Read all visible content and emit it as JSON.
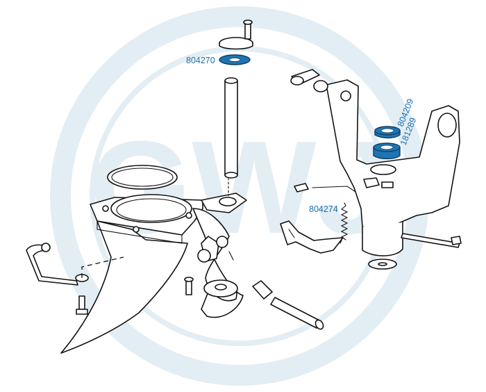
{
  "diagram": {
    "watermark_color": "#dde9f1",
    "highlight_color": "#1f74b3",
    "label_color": "#1a6fae",
    "callouts": [
      {
        "part_number": "804270"
      },
      {
        "part_number": "804209"
      },
      {
        "part_number": "181289"
      },
      {
        "part_number": "804274"
      }
    ]
  }
}
